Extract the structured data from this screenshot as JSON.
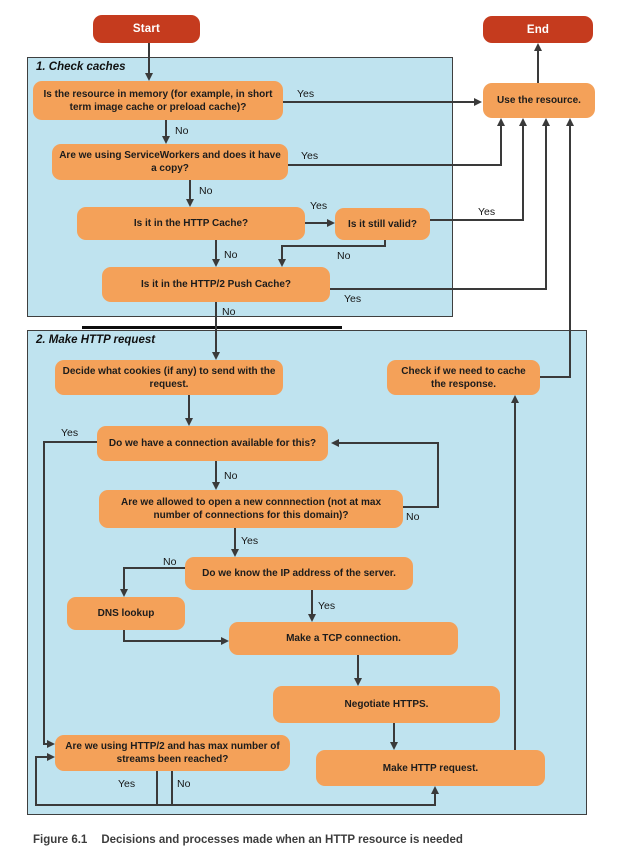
{
  "figure": {
    "caption_label": "Figure 6.1",
    "caption_text": "Decisions and processes made when an HTTP resource is needed"
  },
  "colors": {
    "terminal_red": "#c53b1e",
    "node_orange": "#f4a159",
    "section_blue": "#bfe3ef",
    "line": "#3a3a3a"
  },
  "terminals": {
    "start": "Start",
    "end": "End"
  },
  "sections": {
    "check_caches": "1. Check caches",
    "make_request": "2. Make HTTP request"
  },
  "nodes": {
    "memory": "Is the resource in memory (for example, in short term image cache or preload cache)?",
    "service_workers": "Are we using ServiceWorkers and does it have a copy?",
    "http_cache": "Is it in the HTTP Cache?",
    "still_valid": "Is it still valid?",
    "push_cache": "Is it in the HTTP/2 Push Cache?",
    "use_resource": "Use the resource.",
    "cookies": "Decide what cookies (if any) to send with the request.",
    "check_cache_response": "Check if we need to cache the response.",
    "connection_available": "Do we have a connection available for this?",
    "allowed_new_connection": "Are we allowed to open a new connnection (not at max number of connections for this domain)?",
    "know_ip": "Do we know the IP address of the server.",
    "dns_lookup": "DNS lookup",
    "tcp_connection": "Make a TCP connection.",
    "negotiate_https": "Negotiate HTTPS.",
    "http2_streams": "Are we using HTTP/2 and has max number of streams been reached?",
    "make_http_request": "Make HTTP request."
  },
  "edge_labels": {
    "memory_yes": "Yes",
    "memory_no": "No",
    "sw_yes": "Yes",
    "sw_no": "No",
    "http_cache_yes": "Yes",
    "http_cache_no": "No",
    "valid_yes": "Yes",
    "valid_no": "No",
    "push_yes": "Yes",
    "push_no": "No",
    "conn_yes": "Yes",
    "conn_no": "No",
    "allowed_yes": "Yes",
    "allowed_no": "No",
    "ip_yes": "Yes",
    "ip_no": "No",
    "http2_yes": "Yes",
    "http2_no": "No"
  }
}
